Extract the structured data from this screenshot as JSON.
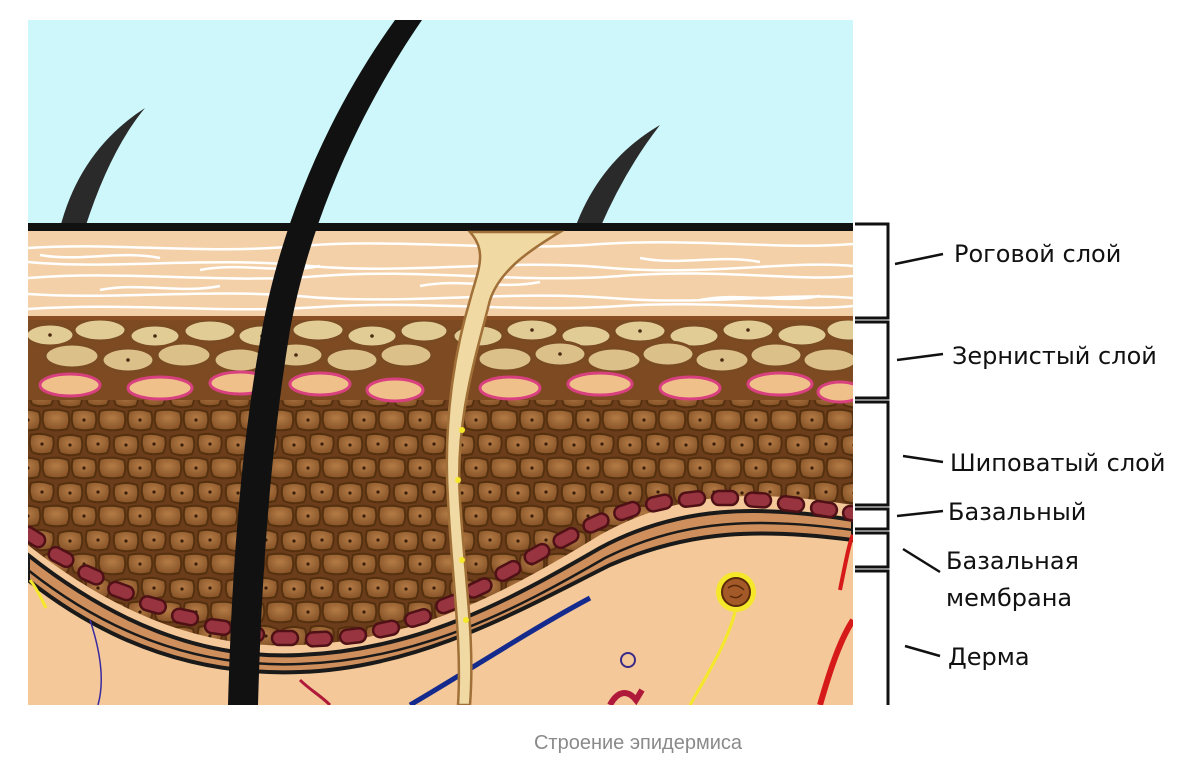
{
  "diagram": {
    "caption": "Строение эпидермиса",
    "labels": [
      {
        "id": "stratum-corneum",
        "text": "Роговой слой"
      },
      {
        "id": "stratum-granulosum",
        "text": "Зернистый слой"
      },
      {
        "id": "stratum-spinosum",
        "text": "Шиповатый слой"
      },
      {
        "id": "stratum-basale",
        "text": "Базальный"
      },
      {
        "id": "basement-membrane",
        "line1": "Базальная",
        "line2": "мембрана"
      },
      {
        "id": "dermis",
        "text": "Дерма"
      }
    ],
    "colors": {
      "sky": "#cdf7fb",
      "stratum_corneum": "#f4d0a8",
      "stratum_granulosum": "#e0c58c",
      "stratum_spinosum": "#96602f",
      "stratum_basale": "#98343f",
      "dermis": "#f4c898",
      "hair": "#111111",
      "sweat_duct": "#f0d9a3",
      "nerve": "#f5e82a",
      "blood_vessel": "#d61a1a",
      "lymph_vessel": "#142a8c"
    }
  }
}
